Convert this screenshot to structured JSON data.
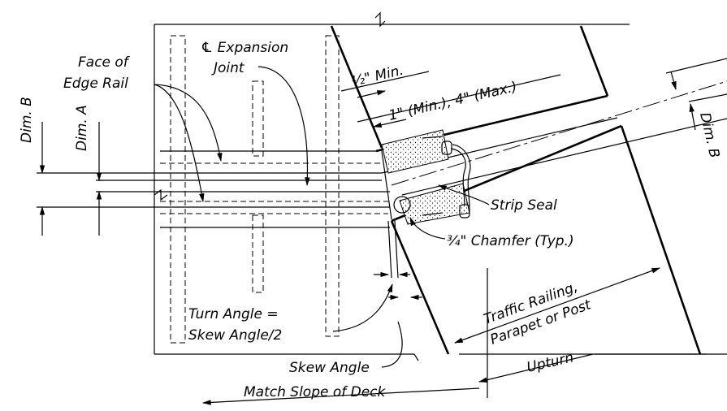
{
  "labels": {
    "face_of_edge_rail_1": "Face of",
    "face_of_edge_rail_2": "Edge Rail",
    "expansion_joint_1": "℄ Expansion",
    "expansion_joint_2": "Joint",
    "half_min": "½\" Min.",
    "gap_range": "1\" (Min.), 4\" (Max.)",
    "dim_b_left": "Dim. B",
    "dim_a": "Dim. A",
    "dim_b_right": "Dim. B",
    "strip_seal": "Strip Seal",
    "chamfer": "¾\" Chamfer (Typ.)",
    "traffic_railing_1": "Traffic Railing,",
    "traffic_railing_2": "Parapet or Post",
    "turn_angle_1": "Turn Angle =",
    "turn_angle_2": "Skew Angle/2",
    "skew_angle": "Skew Angle",
    "upturn": "Upturn",
    "match_slope": "Match Slope of Deck"
  }
}
